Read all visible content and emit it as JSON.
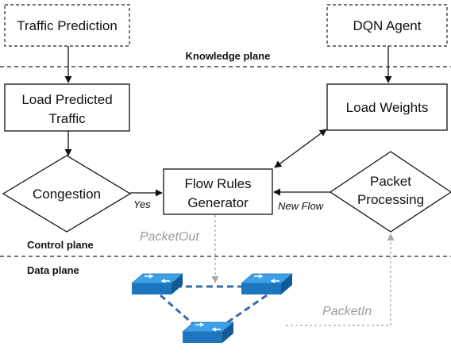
{
  "planes": {
    "knowledge": "Knowledge plane",
    "control": "Control plane",
    "data": "Data plane"
  },
  "nodes": {
    "traffic_prediction": "Traffic Prediction",
    "dqn_agent": "DQN Agent",
    "load_predicted_traffic": [
      "Load Predicted",
      "Traffic"
    ],
    "load_weights": "Load Weights",
    "congestion": "Congestion",
    "flow_rules_generator": [
      "Flow Rules",
      "Generator"
    ],
    "packet_processing": [
      "Packet",
      "Processing"
    ]
  },
  "edge_labels": {
    "yes": "Yes",
    "new_flow": "New Flow",
    "packet_out": "PacketOut",
    "packet_in": "PacketIn"
  },
  "colors": {
    "switch_top": "#2f8fd6",
    "switch_side": "#1566a8",
    "switch_link": "#3c6aa6",
    "dotted_arrow": "#a8a8a8"
  }
}
